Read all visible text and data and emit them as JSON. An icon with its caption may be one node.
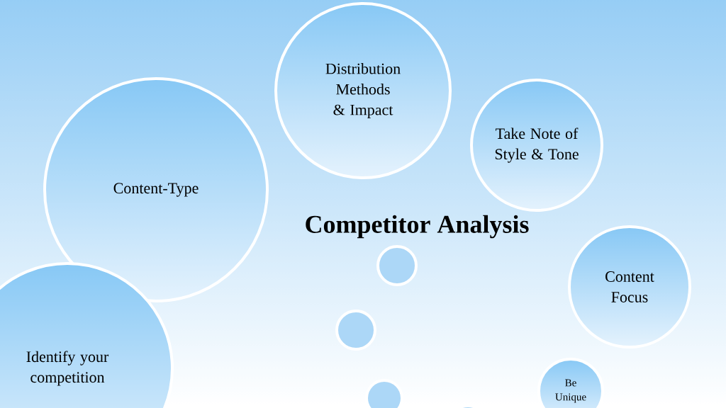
{
  "diagram": {
    "title": "Competitor Analysis",
    "nodes": [
      {
        "text": [
          "Distribution Methods & Impact"
        ]
      },
      {
        "text": [
          "Take Note of Style & Tone"
        ]
      },
      {
        "text": [
          "Content-Type"
        ]
      },
      {
        "text": [],
        "shape": "circle"
      },
      {
        "text": [
          "Content Focus"
        ]
      },
      {
        "text": [],
        "shape": "circle"
      },
      {
        "text": [
          "Identify your competition"
        ]
      },
      {
        "text": [
          "Be Unique"
        ]
      },
      {
        "text": [],
        "shape": "circle"
      },
      {
        "text": [],
        "shape": "circle"
      }
    ]
  }
}
